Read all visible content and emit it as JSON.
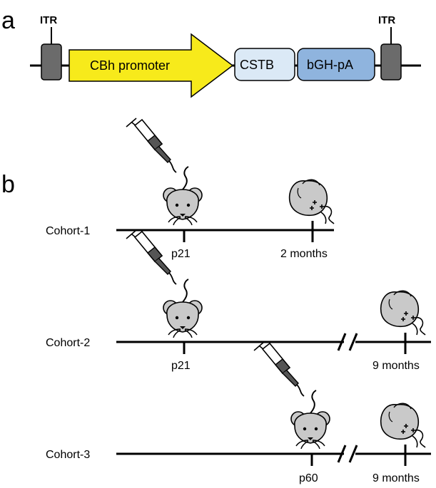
{
  "panel_a": {
    "letter": "a",
    "itr_left": "ITR",
    "itr_right": "ITR",
    "promoter": "CBh promoter",
    "gene": "CSTB",
    "polya": "bGH-pA",
    "colors": {
      "itr": "#6b6b6b",
      "promoter": "#f7ea1b",
      "gene": "#dbe9f6",
      "polya": "#8fb4de"
    }
  },
  "panel_b": {
    "letter": "b",
    "cohorts": [
      {
        "name": "Cohort-1",
        "injection": "p21",
        "endpoint": "2 months",
        "axis_break": false
      },
      {
        "name": "Cohort-2",
        "injection": "p21",
        "endpoint": "9 months",
        "axis_break": true
      },
      {
        "name": "Cohort-3",
        "injection": "p60",
        "endpoint": "9 months",
        "axis_break": true
      }
    ],
    "colors": {
      "mouse": "#c9c9c9",
      "syringe_body": "#555555"
    }
  }
}
